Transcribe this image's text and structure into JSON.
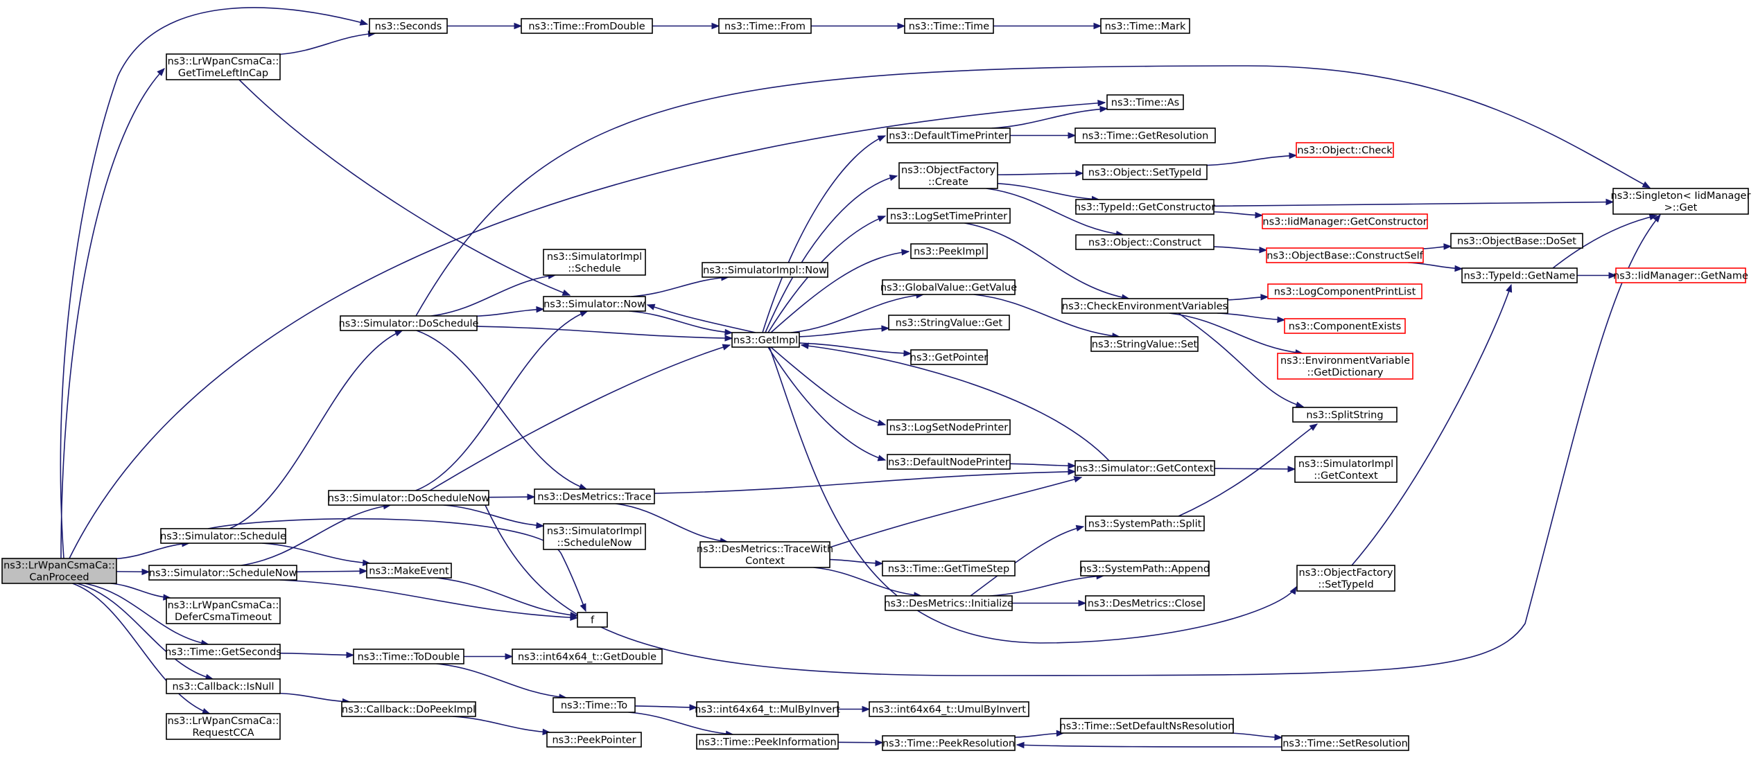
{
  "colors": {
    "edge": "#191970",
    "box_border": "#000000",
    "missing_border": "#ff0000",
    "root_fill": "#bfbfbf",
    "box_fill": "#ffffff"
  },
  "nodes": {
    "canproceed": {
      "lines": [
        "ns3::LrWpanCsmaCa::",
        "CanProceed"
      ],
      "style": "root"
    },
    "seconds": {
      "lines": [
        "ns3::Seconds"
      ]
    },
    "fromdouble": {
      "lines": [
        "ns3::Time::FromDouble"
      ]
    },
    "from": {
      "lines": [
        "ns3::Time::From"
      ]
    },
    "timetime": {
      "lines": [
        "ns3::Time::Time"
      ]
    },
    "mark": {
      "lines": [
        "ns3::Time::Mark"
      ]
    },
    "gettimeleft": {
      "lines": [
        "ns3::LrWpanCsmaCa::",
        "GetTimeLeftInCap"
      ]
    },
    "timeas": {
      "lines": [
        "ns3::Time::As"
      ]
    },
    "deftimeprinter": {
      "lines": [
        "ns3::DefaultTimePrinter"
      ]
    },
    "getresolution": {
      "lines": [
        "ns3::Time::GetResolution"
      ]
    },
    "objfactorycreate": {
      "lines": [
        "ns3::ObjectFactory",
        "::Create"
      ]
    },
    "objsettypeid": {
      "lines": [
        "ns3::Object::SetTypeId"
      ]
    },
    "objcheck": {
      "lines": [
        "ns3::Object::Check"
      ],
      "style": "missing"
    },
    "typeidgetctor": {
      "lines": [
        "ns3::TypeId::GetConstructor"
      ]
    },
    "iidgetctor": {
      "lines": [
        "ns3::IidManager::GetConstructor"
      ],
      "style": "missing"
    },
    "singletonget": {
      "lines": [
        "ns3::Singleton< IidManager",
        ">::Get"
      ]
    },
    "logsettimeprinter": {
      "lines": [
        "ns3::LogSetTimePrinter"
      ]
    },
    "objconstruct": {
      "lines": [
        "ns3::Object::Construct"
      ]
    },
    "objbaseconstructself": {
      "lines": [
        "ns3::ObjectBase::ConstructSelf"
      ],
      "style": "missing"
    },
    "objbasedoset": {
      "lines": [
        "ns3::ObjectBase::DoSet"
      ]
    },
    "typeidgetname": {
      "lines": [
        "ns3::TypeId::GetName"
      ]
    },
    "iidgetname": {
      "lines": [
        "ns3::IidManager::GetName"
      ],
      "style": "missing"
    },
    "peekimpl": {
      "lines": [
        "ns3::PeekImpl"
      ]
    },
    "simimplschedule": {
      "lines": [
        "ns3::SimulatorImpl",
        "::Schedule"
      ]
    },
    "simimplnow": {
      "lines": [
        "ns3::SimulatorImpl::Now"
      ]
    },
    "simnow": {
      "lines": [
        "ns3::Simulator::Now"
      ]
    },
    "globalvaluegetvalue": {
      "lines": [
        "ns3::GlobalValue::GetValue"
      ]
    },
    "checkenv": {
      "lines": [
        "ns3::CheckEnvironmentVariables"
      ]
    },
    "logcompprintlist": {
      "lines": [
        "ns3::LogComponentPrintList"
      ],
      "style": "missing"
    },
    "simdoschedule": {
      "lines": [
        "ns3::Simulator::DoSchedule"
      ]
    },
    "getimpl": {
      "lines": [
        "ns3::GetImpl"
      ]
    },
    "stringvalueget": {
      "lines": [
        "ns3::StringValue::Get"
      ]
    },
    "compexists": {
      "lines": [
        "ns3::ComponentExists"
      ],
      "style": "missing"
    },
    "stringvalueset": {
      "lines": [
        "ns3::StringValue::Set"
      ]
    },
    "getpointer": {
      "lines": [
        "ns3::GetPointer"
      ]
    },
    "envvardict": {
      "lines": [
        "ns3::EnvironmentVariable",
        "::GetDictionary"
      ],
      "style": "missing"
    },
    "splitstring": {
      "lines": [
        "ns3::SplitString"
      ]
    },
    "logsetnodeprinter": {
      "lines": [
        "ns3::LogSetNodePrinter"
      ]
    },
    "defnodeprinter": {
      "lines": [
        "ns3::DefaultNodePrinter"
      ]
    },
    "simgetcontext": {
      "lines": [
        "ns3::Simulator::GetContext"
      ]
    },
    "simimplgetcontext": {
      "lines": [
        "ns3::SimulatorImpl",
        "::GetContext"
      ]
    },
    "simdoschedulenow": {
      "lines": [
        "ns3::Simulator::DoScheduleNow"
      ]
    },
    "desmetricstrace": {
      "lines": [
        "ns3::DesMetrics::Trace"
      ]
    },
    "simschedule": {
      "lines": [
        "ns3::Simulator::Schedule"
      ]
    },
    "simimplschedulenow": {
      "lines": [
        "ns3::SimulatorImpl",
        "::ScheduleNow"
      ]
    },
    "syspathsplit": {
      "lines": [
        "ns3::SystemPath::Split"
      ]
    },
    "desmetricstracewithctx": {
      "lines": [
        "ns3::DesMetrics::TraceWith",
        "Context"
      ]
    },
    "syspathappend": {
      "lines": [
        "ns3::SystemPath::Append"
      ]
    },
    "simschedulenow": {
      "lines": [
        "ns3::Simulator::ScheduleNow"
      ]
    },
    "makeevent": {
      "lines": [
        "ns3::MakeEvent"
      ]
    },
    "gettimestep": {
      "lines": [
        "ns3::Time::GetTimeStep"
      ]
    },
    "objfactorysettypeid": {
      "lines": [
        "ns3::ObjectFactory",
        "::SetTypeId"
      ]
    },
    "defercsma": {
      "lines": [
        "ns3::LrWpanCsmaCa::",
        "DeferCsmaTimeout"
      ]
    },
    "desmetricsinit": {
      "lines": [
        "ns3::DesMetrics::Initialize"
      ]
    },
    "desmetricsclose": {
      "lines": [
        "ns3::DesMetrics::Close"
      ]
    },
    "f": {
      "lines": [
        "f"
      ]
    },
    "timegetseconds": {
      "lines": [
        "ns3::Time::GetSeconds"
      ]
    },
    "timetodouble": {
      "lines": [
        "ns3::Time::ToDouble"
      ]
    },
    "int64getdouble": {
      "lines": [
        "ns3::int64x64_t::GetDouble"
      ]
    },
    "callbackisnull": {
      "lines": [
        "ns3::Callback::IsNull"
      ]
    },
    "timeto": {
      "lines": [
        "ns3::Time::To"
      ]
    },
    "mulbyinvert": {
      "lines": [
        "ns3::int64x64_t::MulByInvert"
      ]
    },
    "umulbyinvert": {
      "lines": [
        "ns3::int64x64_t::UmulByInvert"
      ]
    },
    "callbackdopeekimpl": {
      "lines": [
        "ns3::Callback::DoPeekImpl"
      ]
    },
    "setdefaultnsres": {
      "lines": [
        "ns3::Time::SetDefaultNsResolution"
      ]
    },
    "requestcca": {
      "lines": [
        "ns3::LrWpanCsmaCa::",
        "RequestCCA"
      ]
    },
    "peekpointer": {
      "lines": [
        "ns3::PeekPointer"
      ]
    },
    "peekinformation": {
      "lines": [
        "ns3::Time::PeekInformation"
      ]
    },
    "peekresolution": {
      "lines": [
        "ns3::Time::PeekResolution"
      ]
    },
    "setresolution": {
      "lines": [
        "ns3::Time::SetResolution"
      ]
    }
  },
  "edges": [
    [
      "canproceed",
      "seconds"
    ],
    [
      "canproceed",
      "gettimeleft"
    ],
    [
      "canproceed",
      "timeas"
    ],
    [
      "canproceed",
      "simschedule"
    ],
    [
      "canproceed",
      "simschedulenow"
    ],
    [
      "canproceed",
      "defercsma"
    ],
    [
      "canproceed",
      "timegetseconds"
    ],
    [
      "canproceed",
      "callbackisnull"
    ],
    [
      "canproceed",
      "requestcca"
    ],
    [
      "seconds",
      "fromdouble"
    ],
    [
      "fromdouble",
      "from"
    ],
    [
      "from",
      "timetime"
    ],
    [
      "timetime",
      "mark"
    ],
    [
      "gettimeleft",
      "seconds"
    ],
    [
      "gettimeleft",
      "simnow"
    ],
    [
      "deftimeprinter",
      "timeas"
    ],
    [
      "deftimeprinter",
      "getresolution"
    ],
    [
      "objfactorycreate",
      "objsettypeid"
    ],
    [
      "objfactorycreate",
      "typeidgetctor"
    ],
    [
      "objfactorycreate",
      "objconstruct"
    ],
    [
      "objsettypeid",
      "objcheck"
    ],
    [
      "typeidgetctor",
      "iidgetctor"
    ],
    [
      "typeidgetctor",
      "singletonget"
    ],
    [
      "objconstruct",
      "objbaseconstructself"
    ],
    [
      "objbaseconstructself",
      "objbasedoset"
    ],
    [
      "objbaseconstructself",
      "typeidgetname"
    ],
    [
      "typeidgetname",
      "iidgetname"
    ],
    [
      "typeidgetname",
      "singletonget"
    ],
    [
      "logsettimeprinter",
      "checkenv"
    ],
    [
      "globalvaluegetvalue",
      "stringvalueset"
    ],
    [
      "checkenv",
      "logcompprintlist"
    ],
    [
      "checkenv",
      "compexists"
    ],
    [
      "checkenv",
      "envvardict"
    ],
    [
      "checkenv",
      "splitstring"
    ],
    [
      "simnow",
      "simimplnow"
    ],
    [
      "simnow",
      "getimpl"
    ],
    [
      "simdoschedule",
      "simimplschedule"
    ],
    [
      "simdoschedule",
      "simnow"
    ],
    [
      "simdoschedule",
      "getimpl"
    ],
    [
      "simdoschedule",
      "desmetricstrace"
    ],
    [
      "simdoschedule",
      "singletonget"
    ],
    [
      "getimpl",
      "deftimeprinter"
    ],
    [
      "getimpl",
      "objfactorycreate"
    ],
    [
      "getimpl",
      "logsettimeprinter"
    ],
    [
      "getimpl",
      "peekimpl"
    ],
    [
      "getimpl",
      "globalvaluegetvalue"
    ],
    [
      "getimpl",
      "stringvalueget"
    ],
    [
      "getimpl",
      "getpointer"
    ],
    [
      "getimpl",
      "logsetnodeprinter"
    ],
    [
      "getimpl",
      "defnodeprinter"
    ],
    [
      "getimpl",
      "simnow"
    ],
    [
      "getimpl",
      "objfactorysettypeid"
    ],
    [
      "defnodeprinter",
      "simgetcontext"
    ],
    [
      "simgetcontext",
      "simimplgetcontext"
    ],
    [
      "simgetcontext",
      "getimpl"
    ],
    [
      "simdoschedulenow",
      "simnow"
    ],
    [
      "simdoschedulenow",
      "getimpl"
    ],
    [
      "simdoschedulenow",
      "desmetricstrace"
    ],
    [
      "simdoschedulenow",
      "simimplschedulenow"
    ],
    [
      "simdoschedulenow",
      "singletonget"
    ],
    [
      "desmetricstrace",
      "simgetcontext"
    ],
    [
      "desmetricstrace",
      "desmetricstracewithctx"
    ],
    [
      "simschedule",
      "simdoschedule"
    ],
    [
      "simschedule",
      "makeevent"
    ],
    [
      "simschedule",
      "f"
    ],
    [
      "simschedulenow",
      "simdoschedulenow"
    ],
    [
      "simschedulenow",
      "makeevent"
    ],
    [
      "simschedulenow",
      "f"
    ],
    [
      "makeevent",
      "f"
    ],
    [
      "desmetricstracewithctx",
      "simgetcontext"
    ],
    [
      "desmetricstracewithctx",
      "gettimestep"
    ],
    [
      "desmetricstracewithctx",
      "desmetricsinit"
    ],
    [
      "desmetricsinit",
      "syspathsplit"
    ],
    [
      "desmetricsinit",
      "syspathappend"
    ],
    [
      "desmetricsinit",
      "desmetricsclose"
    ],
    [
      "syspathsplit",
      "splitstring"
    ],
    [
      "objfactorysettypeid",
      "typeidgetname"
    ],
    [
      "timegetseconds",
      "timetodouble"
    ],
    [
      "timetodouble",
      "int64getdouble"
    ],
    [
      "timetodouble",
      "timeto"
    ],
    [
      "timeto",
      "mulbyinvert"
    ],
    [
      "timeto",
      "peekinformation"
    ],
    [
      "mulbyinvert",
      "umulbyinvert"
    ],
    [
      "callbackisnull",
      "callbackdopeekimpl"
    ],
    [
      "callbackdopeekimpl",
      "peekpointer"
    ],
    [
      "peekinformation",
      "peekresolution"
    ],
    [
      "peekresolution",
      "setdefaultnsres"
    ],
    [
      "setdefaultnsres",
      "setresolution"
    ],
    [
      "setresolution",
      "peekresolution"
    ]
  ]
}
